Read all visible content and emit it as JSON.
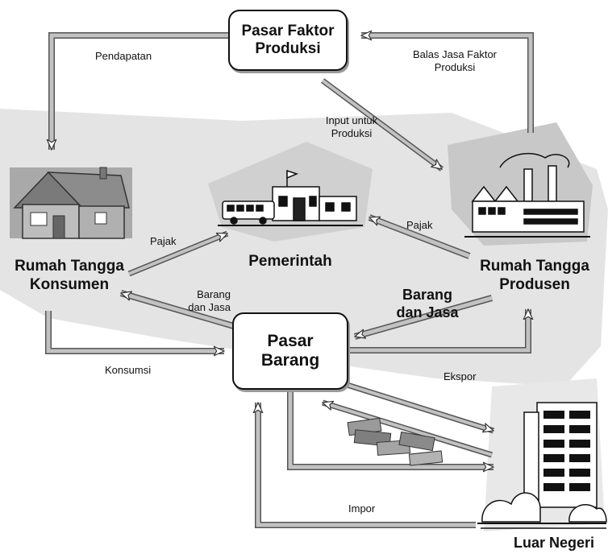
{
  "nodes": {
    "pasar_faktor": {
      "line1": "Pasar Faktor",
      "line2": "Produksi"
    },
    "pasar_barang": {
      "line1": "Pasar",
      "line2": "Barang"
    },
    "rt_konsumen": {
      "line1": "Rumah Tangga",
      "line2": "Konsumen"
    },
    "rt_produsen": {
      "line1": "Rumah Tangga",
      "line2": "Produsen"
    },
    "pemerintah": "Pemerintah",
    "luar_negeri": "Luar Negeri"
  },
  "flows": {
    "pendapatan": "Pendapatan",
    "balas_jasa_1": "Balas Jasa  Faktor",
    "balas_jasa_2": "Produksi",
    "input_1": "Input untuk",
    "input_2": "Produksi",
    "pajak_konsumen": "Pajak",
    "pajak_produsen": "Pajak",
    "barang_jasa_k1": "Barang",
    "barang_jasa_k2": "dan Jasa",
    "barang_jasa_p1": "Barang",
    "barang_jasa_p2": "dan Jasa",
    "konsumsi": "Konsumsi",
    "ekspor": "Ekspor",
    "impor": "Impor"
  },
  "icons": [
    "house-icon",
    "government-building-icon",
    "factory-icon",
    "skyscraper-icon",
    "money-stack-icon"
  ],
  "colors": {
    "arrow": "#b9b9b9",
    "arrow_edge": "#5a5a5a",
    "blob": "#d6d6d6",
    "box_border": "#111111"
  }
}
